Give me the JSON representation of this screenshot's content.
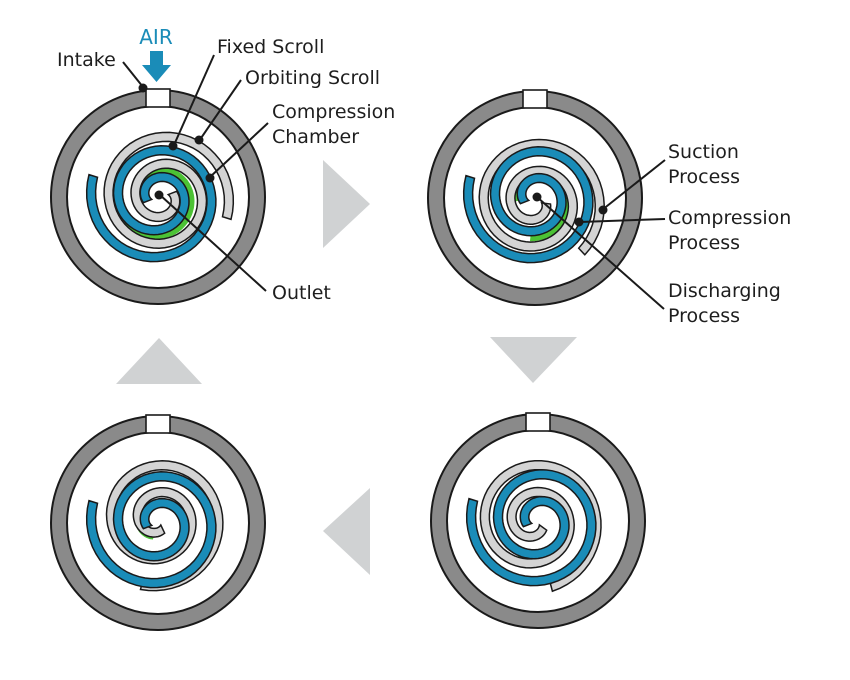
{
  "colors": {
    "fixed_scroll": "#1a8cb8",
    "orbiting_scroll": "#d4d4d4",
    "chamber": "#4cc235",
    "housing": "#8a8a8a",
    "outline": "#1a1a1a",
    "arrow": "#d0d2d3",
    "air": "#1a8cb8"
  },
  "labels": {
    "air": "AIR",
    "intake": "Intake",
    "fixed_scroll": "Fixed Scroll",
    "orbiting_scroll": "Orbiting Scroll",
    "compression_chamber": [
      "Compression",
      "Chamber"
    ],
    "outlet": "Outlet",
    "suction_process": [
      "Suction",
      "Process"
    ],
    "compression_process": [
      "Compression",
      "Process"
    ],
    "discharging_process": [
      "Discharging",
      "Process"
    ]
  },
  "stages": [
    {
      "name": "stage-1",
      "phase": 0
    },
    {
      "name": "stage-2",
      "phase": 1
    },
    {
      "name": "stage-3",
      "phase": 2
    },
    {
      "name": "stage-4",
      "phase": 3
    }
  ],
  "cycle_arrows": [
    "right",
    "down",
    "left",
    "up"
  ]
}
